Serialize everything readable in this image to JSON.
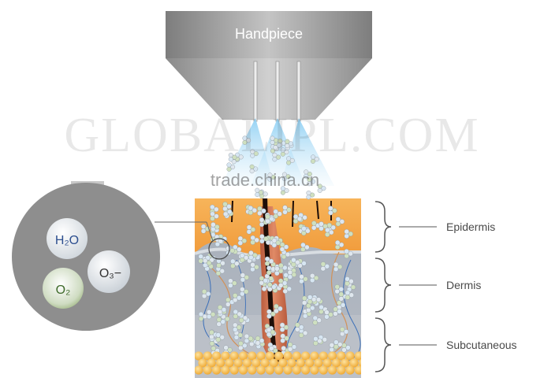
{
  "handpiece": {
    "label": "Handpiece"
  },
  "watermarks": {
    "main": "GLOBALIPL.COM",
    "secondary": "trade.china.cn"
  },
  "molecules": {
    "water": "H₂O",
    "oxygen": "O₂",
    "ozone": "O₃−"
  },
  "layers": [
    {
      "name": "Epidermis"
    },
    {
      "name": "Dermis"
    },
    {
      "name": "Subcutaneous"
    }
  ],
  "colors": {
    "epidermis": "#f4a84a",
    "dermis": "#a9b1bb",
    "subcutaneous": "#b9bfc7",
    "fat": "#f4b43a",
    "spray": "#9ad2f2",
    "hair": "#5a2a1a",
    "follicle": "#c96a4a"
  }
}
